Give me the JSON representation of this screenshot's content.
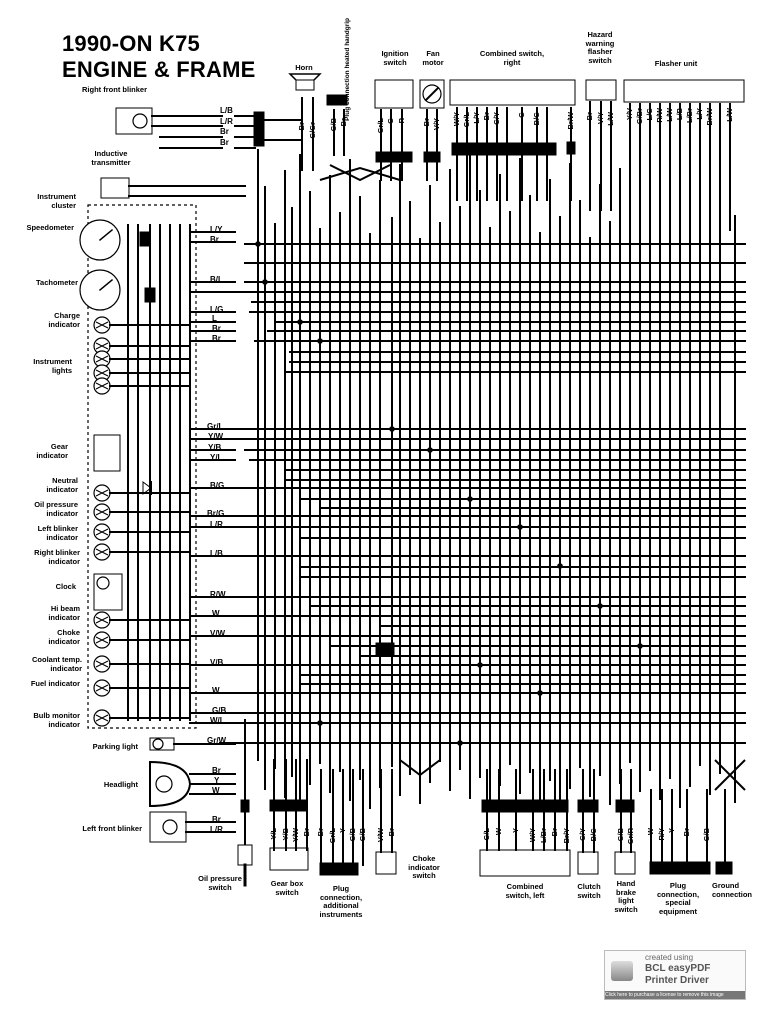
{
  "title": {
    "line1": "1990-ON K75",
    "line2": "ENGINE & FRAME"
  },
  "components_top": {
    "horn": "Horn",
    "plug_heated": "Plug connection heated handgrip",
    "ignition_switch": "Ignition switch",
    "fan_motor": "Fan motor",
    "combined_right": "Combined switch, right",
    "hazard": "Hazard warning flasher switch",
    "flasher_unit": "Flasher unit"
  },
  "components_left": {
    "right_front_blinker": "Right front blinker",
    "inductive": "Inductive transmitter",
    "instrument_cluster": "Instrument cluster",
    "speedometer": "Speedometer",
    "tachometer": "Tachometer",
    "charge": "Charge indicator",
    "instrument_lights": "Instrument lights",
    "gear": "Gear indicator",
    "neutral": "Neutral indicator",
    "oil_pressure": "Oil pressure indicator",
    "left_blinker_ind": "Left blinker indicator",
    "right_blinker_ind": "Right blinker indicator",
    "clock": "Clock",
    "hi_beam": "Hi beam indicator",
    "choke_ind": "Choke indicator",
    "coolant": "Coolant temp. indicator",
    "fuel": "Fuel indicator",
    "bulb_monitor": "Bulb monitor indicator",
    "parking_light": "Parking light",
    "headlight": "Headlight",
    "left_front_blinker": "Left front blinker"
  },
  "components_bottom": {
    "oil_pressure_switch": "Oil pressure switch",
    "gear_box_switch": "Gear box switch",
    "plug_additional": "Plug connection, additional instruments",
    "choke_switch": "Choke indicator switch",
    "combined_left": "Combined switch, left",
    "clutch_switch": "Clutch switch",
    "hand_brake": "Hand brake light switch",
    "plug_special": "Plug connection, special equipment",
    "ground": "Ground connection"
  },
  "wire_labels_left": [
    {
      "text": "L/B"
    },
    {
      "text": "L/R"
    },
    {
      "text": "Br"
    },
    {
      "text": "Br"
    },
    {
      "text": "L/Y"
    },
    {
      "text": "Br"
    },
    {
      "text": "B/L"
    },
    {
      "text": "L/G"
    },
    {
      "text": "L"
    },
    {
      "text": "Br"
    },
    {
      "text": "Br"
    },
    {
      "text": "Gr/L"
    },
    {
      "text": "Y/W"
    },
    {
      "text": "Y/B"
    },
    {
      "text": "Y/L"
    },
    {
      "text": "B/G"
    },
    {
      "text": "Br/G"
    },
    {
      "text": "L/R"
    },
    {
      "text": "L/B"
    },
    {
      "text": "R/W"
    },
    {
      "text": "W"
    },
    {
      "text": "V/W"
    },
    {
      "text": "V/B"
    },
    {
      "text": "W"
    },
    {
      "text": "G/B"
    },
    {
      "text": "W/L"
    },
    {
      "text": "Gr/W"
    },
    {
      "text": "Br"
    },
    {
      "text": "Y"
    },
    {
      "text": "W"
    },
    {
      "text": "Br"
    },
    {
      "text": "L/R"
    }
  ],
  "wire_labels_top": {
    "horn": [
      "Br",
      "G/Gr"
    ],
    "plug": [
      "G/B",
      "Br"
    ],
    "ignition": [
      "Gr/L",
      "G",
      "R"
    ],
    "fan": [
      "Br",
      "V/Y"
    ],
    "combined": [
      "W/Y",
      "Gr/L",
      "L/Y",
      "Br",
      "G/Y",
      "G",
      "B/G",
      "Br/W"
    ],
    "hazard": [
      "Br",
      "V/Y",
      "L/W"
    ],
    "flasher": [
      "Y/V",
      "G/Br",
      "L/G",
      "R/W",
      "L/W",
      "L/B",
      "L/Br",
      "L/Y",
      "Br/W",
      "L/W"
    ]
  },
  "wire_labels_bottom": {
    "gearbox": [
      "Y/L",
      "Y/B",
      "Y/W",
      "Br"
    ],
    "plug_add": [
      "Br",
      "Gr/L",
      "Y",
      "G/B",
      "G/B"
    ],
    "choke": [
      "V/W",
      "Br"
    ],
    "combined_left": [
      "G/L",
      "W",
      "Y",
      "W/Y",
      "L/Br",
      "Br",
      "Br/Y"
    ],
    "clutch": [
      "G/Y",
      "B/G"
    ],
    "hand_brake": [
      "G/B",
      "Gr/R"
    ],
    "special": [
      "W",
      "R/Y",
      "Y",
      "Br",
      "G/B"
    ]
  },
  "watermark": {
    "line1": "created using",
    "line2": "BCL easyPDF",
    "line3": "Printer Driver",
    "bar": "Click here to purchase a license to remove this image"
  }
}
